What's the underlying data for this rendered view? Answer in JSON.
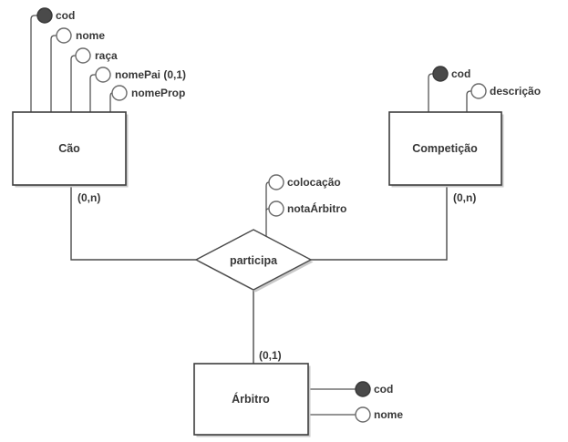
{
  "diagram": {
    "type": "entity-relationship",
    "colors": {
      "line": "#4a4a4a",
      "text": "#373737",
      "key_attribute_fill": "#4a4a4a",
      "shape_fill": "#ffffff",
      "shadow": "#c9c9c9",
      "background": "#ffffff"
    },
    "entities": {
      "cao": {
        "name": "Cão",
        "cardinality": "(0,n)",
        "attributes": [
          {
            "label": "cod",
            "key": true
          },
          {
            "label": "nome",
            "key": false
          },
          {
            "label": "raça",
            "key": false
          },
          {
            "label": "nomePai (0,1)",
            "key": false
          },
          {
            "label": "nomeProp",
            "key": false
          }
        ]
      },
      "competicao": {
        "name": "Competição",
        "cardinality": "(0,n)",
        "attributes": [
          {
            "label": "cod",
            "key": true
          },
          {
            "label": "descrição",
            "key": false
          }
        ]
      },
      "arbitro": {
        "name": "Árbitro",
        "cardinality": "(0,1)",
        "attributes": [
          {
            "label": "cod",
            "key": true
          },
          {
            "label": "nome",
            "key": false
          }
        ]
      }
    },
    "relationship": {
      "name": "participa",
      "attributes": [
        {
          "label": "colocação",
          "key": false
        },
        {
          "label": "notaÁrbitro",
          "key": false
        }
      ]
    }
  }
}
